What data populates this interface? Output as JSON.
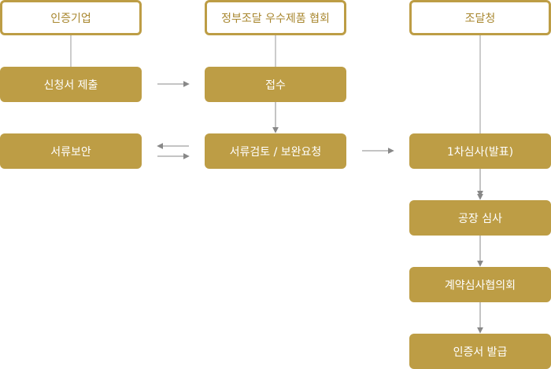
{
  "colors": {
    "accent": "#bd9d45",
    "header_text": "#a8872f",
    "line": "#999999",
    "arrow": "#888888",
    "step_text": "#ffffff"
  },
  "columns": {
    "company": {
      "title": "인증기업"
    },
    "association": {
      "title": "정부조달 우수제품 협회"
    },
    "agency": {
      "title": "조달청"
    }
  },
  "steps": {
    "submit_application": "신청서 제출",
    "document_supplement": "서류보안",
    "receipt": "접수",
    "document_review": "서류검토 / 보완요청",
    "first_review": "1차심사(발표)",
    "factory_inspection": "공장 심사",
    "contract_council": "계약심사협의회",
    "certificate_issuance": "인증서 발급"
  }
}
